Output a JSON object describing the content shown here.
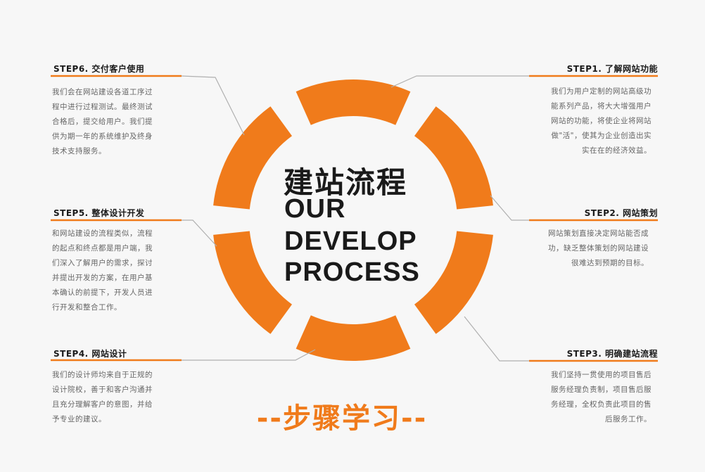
{
  "center": {
    "title_cn": "建站流程",
    "title_en_lines": [
      "OUR",
      "DEVELOP",
      "PROCESS"
    ]
  },
  "steps": [
    {
      "label": "STEP1. 了解网站功能",
      "body": [
        "我们为用户定制的网站高级功",
        "能系列产品，将大大增强用户",
        "网站的功能，将使企业将网站",
        "做\"活\"，使其为企业创造出实",
        "实在在的经济效益。"
      ]
    },
    {
      "label": "STEP2. 网站策划",
      "body": [
        "网站策划直接决定网站能否成",
        "功，缺乏整体策划的网站建设",
        "很难达到预期的目标。"
      ]
    },
    {
      "label": "STEP3. 明确建站流程",
      "body": [
        "我们坚持一贯使用的项目售后",
        "服务经理负责制，项目售后服",
        "务经理，全权负责此项目的售",
        "后服务工作。"
      ]
    },
    {
      "label": "STEP4. 网站设计",
      "body": [
        "我们的设计师均来自于正规的",
        "设计院校，善于和客户沟通并",
        "且充分理解客户的意图，并给",
        "予专业的建议。"
      ]
    },
    {
      "label": "STEP5. 整体设计开发",
      "body": [
        "和网站建设的流程类似，流程",
        "的起点和终点都是用户端，我",
        "们深入了解用户的需求，探讨",
        "并提出开发的方案，在用户基",
        "本确认的前提下，开发人员进",
        "行开发和整合工作。"
      ]
    },
    {
      "label": "STEP6. 交付客户使用",
      "body": [
        "我们会在网站建设各道工序过",
        "程中进行过程测试。最终测试",
        "合格后，提交给用户。我们提",
        "供为期一年的系统维护及终身",
        "技术支持服务。"
      ]
    }
  ],
  "footer": {
    "text": "--步骤学习--"
  },
  "colors": {
    "accent": "#f07b1b",
    "text_dark": "#1a1a1a",
    "text_body": "#666666",
    "connector": "#b0b0b0"
  }
}
